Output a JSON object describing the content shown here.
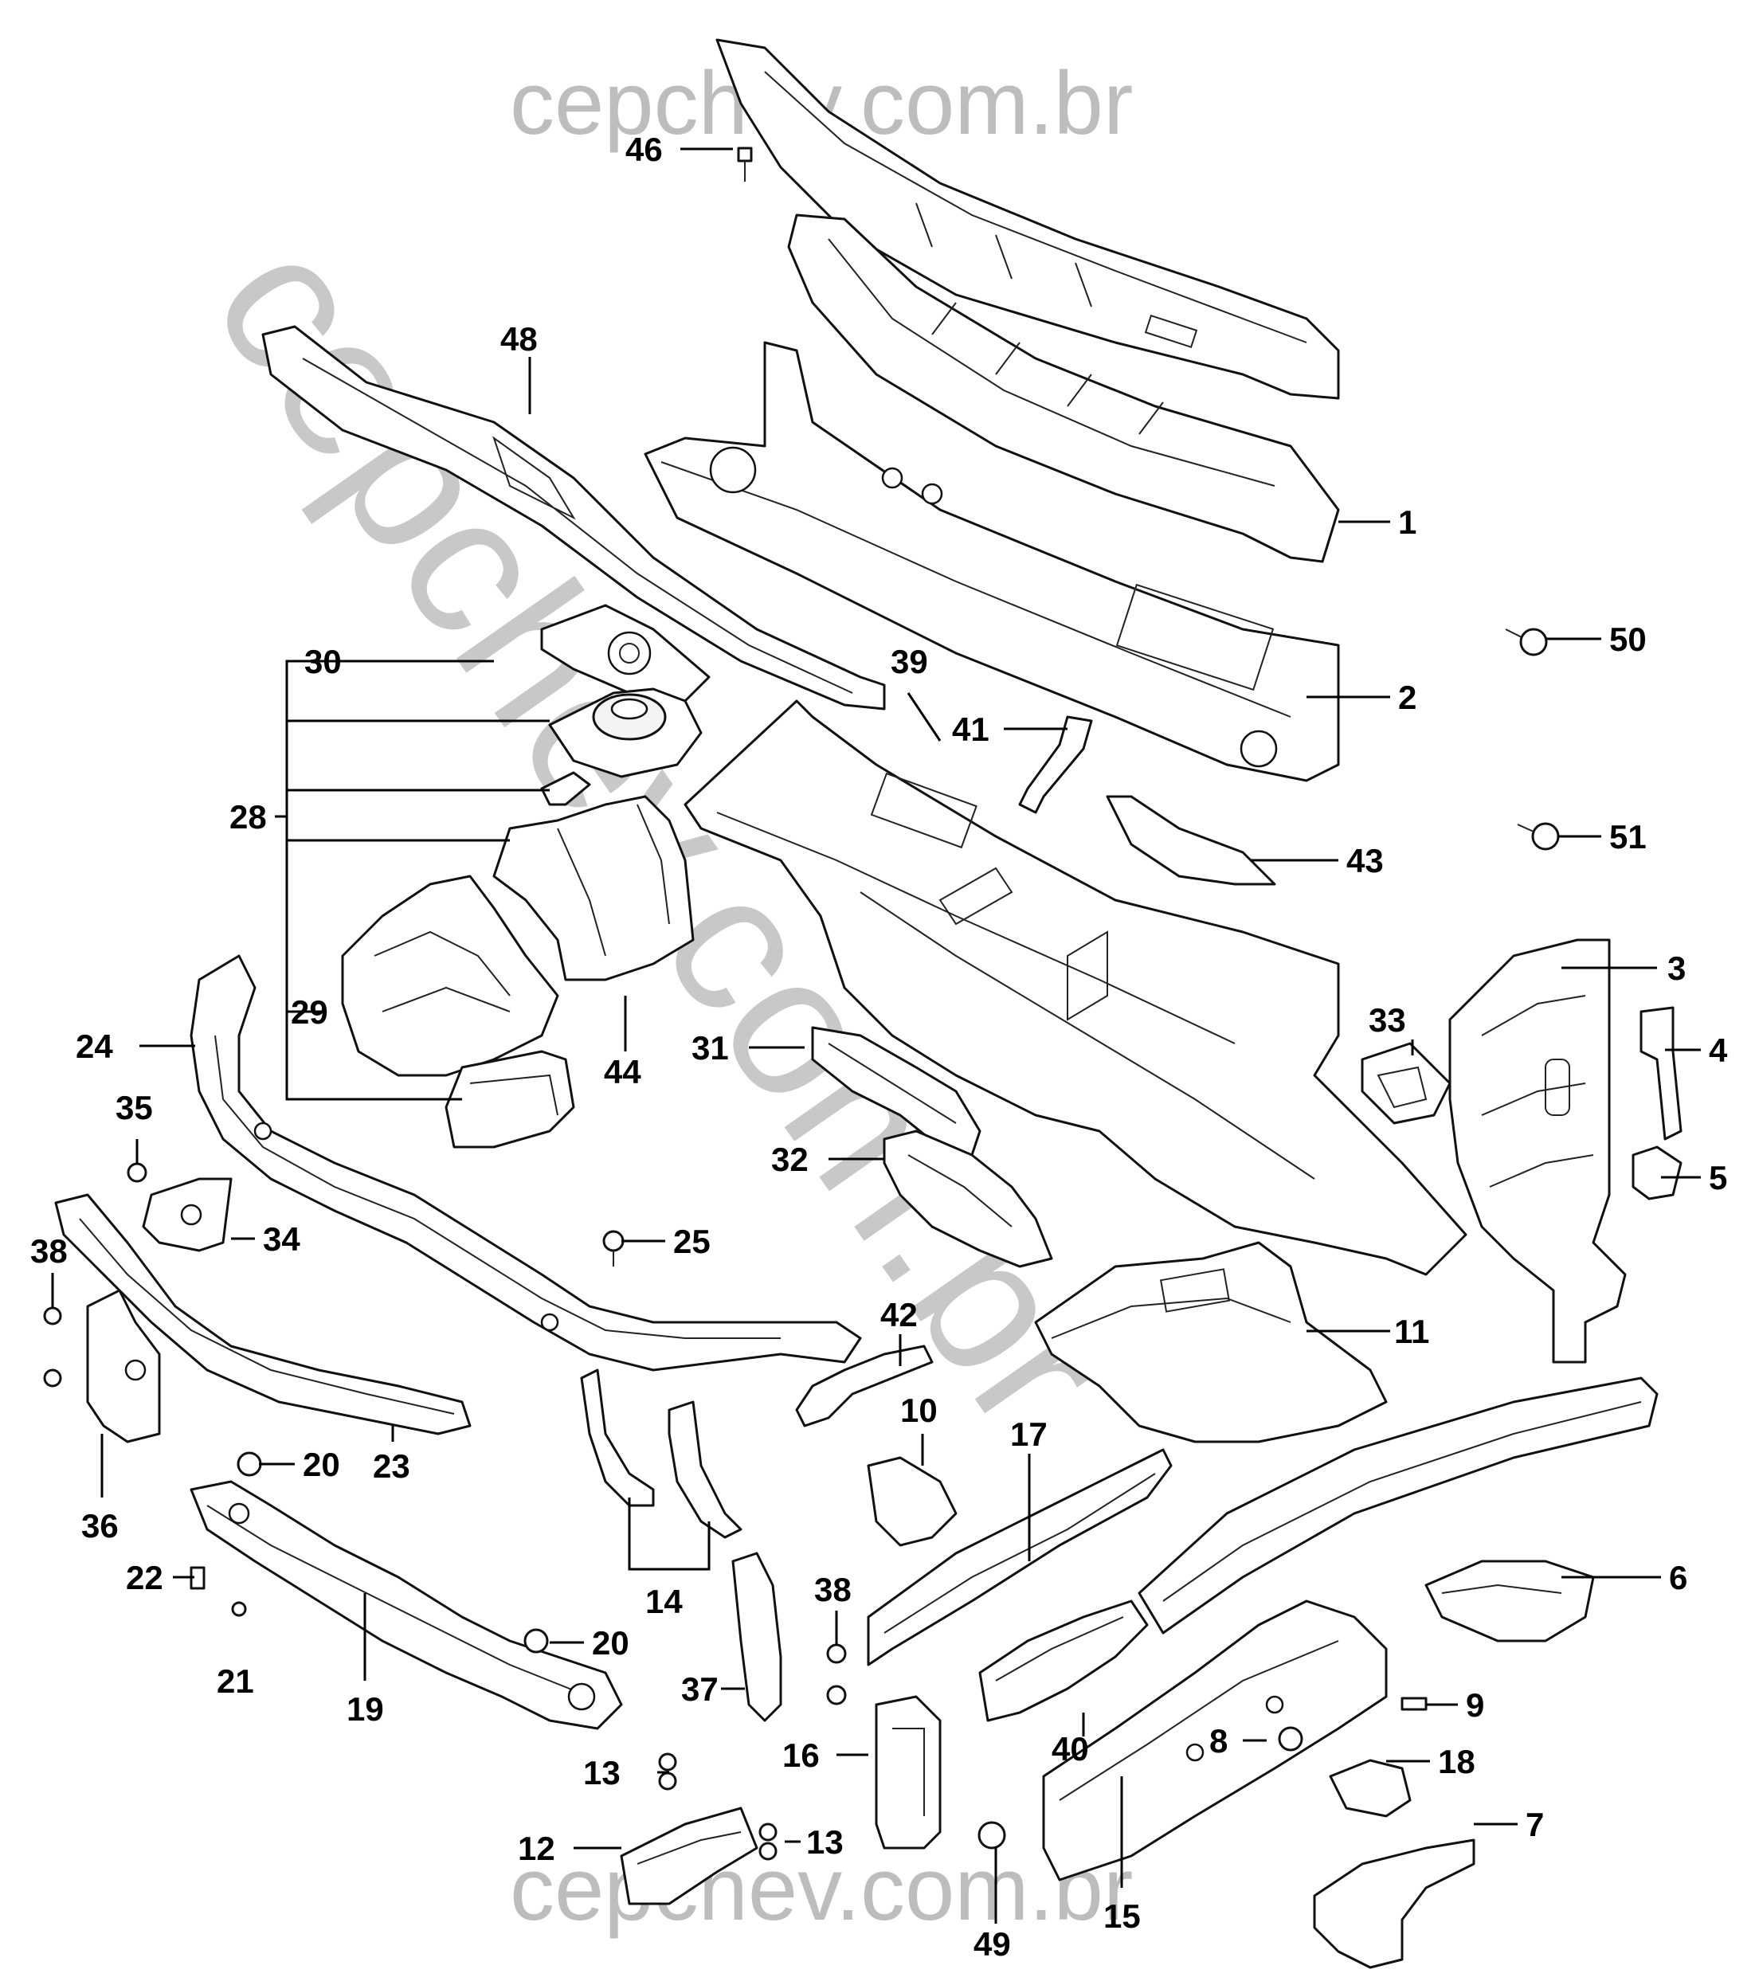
{
  "watermark": {
    "top": "cepchev.com.br",
    "bottom": "cepchev.com.br",
    "diagonal": "cepchev.com.br"
  },
  "callouts": {
    "c1": "1",
    "c2": "2",
    "c3": "3",
    "c4": "4",
    "c5": "5",
    "c6": "6",
    "c7": "7",
    "c8": "8",
    "c9": "9",
    "c10": "10",
    "c11": "11",
    "c12": "12",
    "c13a": "13",
    "c13b": "13",
    "c14": "14",
    "c15": "15",
    "c16": "16",
    "c17": "17",
    "c18": "18",
    "c19": "19",
    "c20a": "20",
    "c20b": "20",
    "c21": "21",
    "c22": "22",
    "c23": "23",
    "c24": "24",
    "c25": "25",
    "c28": "28",
    "c29": "29",
    "c30": "30",
    "c31": "31",
    "c32": "32",
    "c33": "33",
    "c34": "34",
    "c35": "35",
    "c36": "36",
    "c37": "37",
    "c38a": "38",
    "c38b": "38",
    "c39": "39",
    "c40": "40",
    "c41": "41",
    "c42": "42",
    "c43": "43",
    "c44": "44",
    "c46": "46",
    "c48": "48",
    "c49": "49",
    "c50": "50",
    "c51": "51"
  }
}
